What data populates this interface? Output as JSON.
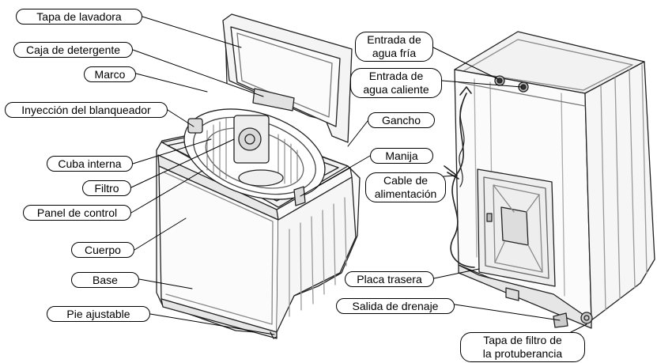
{
  "title": "",
  "parts": {
    "tapa_lavadora": "Tapa de lavadora",
    "caja_detergente": "Caja de detergente",
    "marco": "Marco",
    "inyeccion_blanqueador": "Inyección del blanqueador",
    "cuba_interna": "Cuba interna",
    "filtro": "Filtro",
    "panel_control": "Panel de control",
    "cuerpo": "Cuerpo",
    "base": "Base",
    "pie_ajustable": "Pie ajustable",
    "gancho": "Gancho",
    "manija": "Manija",
    "placa_trasera": "Placa trasera",
    "salida_drenaje": "Salida de drenaje",
    "entrada_fria": [
      "Entrada de",
      "agua fría"
    ],
    "entrada_caliente": [
      "Entrada de",
      "agua caliente"
    ],
    "cable_alimentacion": [
      "Cable de",
      "alimentación"
    ],
    "tapa_filtro": [
      "Tapa de filtro de",
      "la protuberancia"
    ]
  }
}
